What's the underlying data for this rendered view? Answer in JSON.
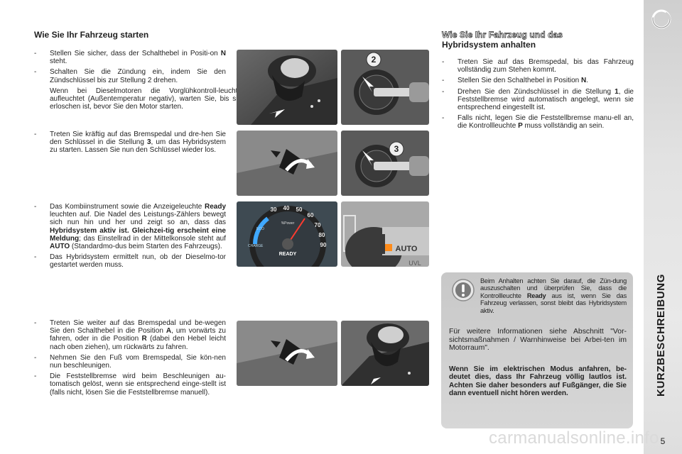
{
  "left": {
    "title": "Wie Sie Ihr Fahrzeug starten",
    "group1": [
      {
        "pre": "Stellen Sie sicher, dass der Schalthebel in Positi-on ",
        "bold": "N",
        "post": " steht."
      },
      {
        "text": "Schalten Sie die Zündung ein, indem Sie den Zündschlüssel bis zur Stellung 2 drehen."
      }
    ],
    "group1_sub": "Wenn bei Dieselmotoren die Vorglühkontroll-leuchte aufleuchtet (Außentemperatur negativ), warten Sie, bis sie erloschen ist, bevor Sie den Motor starten.",
    "group2": {
      "pre": "Treten Sie kräftig auf das Bremspedal und dre-hen Sie den Schlüssel in die Stellung ",
      "bold": "3",
      "post": ", um das Hybridsystem zu starten. Lassen Sie nun den Schlüssel wieder los."
    },
    "group3": [
      {
        "pre": "Das Kombiinstrument sowie die Anzeigeleuchte ",
        "bold1": "Ready",
        "mid1": " leuchten auf. Die Nadel des Leistungs-Zählers bewegt sich nun hin und her und zeigt so an, dass das ",
        "bold2": "Hybridsystem aktiv ist. Gleichzei-tig erscheint eine Meldung",
        "mid2": "; das Einstellrad in der Mittelkonsole steht auf ",
        "bold3": "AUTO",
        "post": " (Standardmo-dus beim Starten des Fahrzeugs)."
      },
      {
        "text": "Das Hybridsystem ermittelt nun, ob der Dieselmo-tor gestartet werden muss."
      }
    ],
    "group4": [
      {
        "pre": "Treten Sie weiter auf das Bremspedal und be-wegen Sie den Schalthebel in die Position ",
        "bold1": "A",
        "mid1": ", um vorwärts zu fahren, oder in die Position ",
        "bold2": "R",
        "post": " (dabei den Hebel leicht nach oben ziehen), um rückwärts zu fahren."
      },
      {
        "text": "Nehmen Sie den Fuß vom Bremspedal, Sie kön-nen nun beschleunigen."
      },
      {
        "text": "Die Feststellbremse wird beim Beschleunigen au-tomatisch gelöst, wenn sie entsprechend einge-stellt ist (falls nicht, lösen Sie die Feststellbremse manuell)."
      }
    ]
  },
  "right": {
    "title_line1": "Wie Sie Ihr Fahrzeug und das",
    "title_line2": "Hybridsystem anhalten",
    "steps": [
      {
        "text": "Treten Sie auf das Bremspedal, bis das Fahrzeug vollständig zum Stehen kommt."
      },
      {
        "pre": "Stellen Sie den Schalthebel in Position ",
        "bold": "N",
        "post": "."
      },
      {
        "pre": "Drehen Sie den Zündschlüssel in die Stellung ",
        "bold": "1",
        "post": ", die Feststellbremse wird automatisch angelegt, wenn sie entsprechend eingestellt ist."
      },
      {
        "pre": "Falls nicht, legen Sie die Feststellbremse manu-ell an, die Kontrollleuchte ",
        "bold": "P",
        "post": " muss vollständig an sein."
      }
    ]
  },
  "notice": {
    "text_pre": "Beim Anhalten achten Sie darauf, die Zün-dung auszuschalten und überprüfen Sie, dass die Kontrollleuchte ",
    "text_bold": "Ready",
    "text_post": " aus ist, wenn Sie das Fahrzeug verlassen, sonst bleibt das Hybridsystem aktiv.",
    "info": "Für weitere Informationen siehe Abschnitt \"Vor-sichtsmaßnahmen / Warnhinweise bei Arbei-ten im Motorraum\".",
    "bold": "Wenn Sie im elektrischen Modus anfahren, be-deutet dies, dass Ihr Fahrzeug völlig lautlos ist. Achten Sie daher besonders auf Fußgänger, die Sie dann eventuell nicht hören werden."
  },
  "images": {
    "key_pos_2": "2",
    "key_pos_3": "3",
    "gauge_ticks": [
      "30",
      "40",
      "50",
      "60",
      "70",
      "80",
      "90"
    ],
    "gauge_left": [
      "ECO",
      "CHARGE"
    ],
    "gauge_label": "%Power",
    "gauge_ready": "READY",
    "selector_label": "AUTO",
    "selector_sub": "UVL"
  },
  "sidebar": {
    "title": "KURZBESCHREIBUNG",
    "page_number": "5"
  },
  "watermark": "carmanualsonline.info",
  "colors": {
    "photo_bg": "#4a4a4a",
    "notice_bg": "#cfcfcf",
    "sidebar": "#e0e0e0"
  }
}
